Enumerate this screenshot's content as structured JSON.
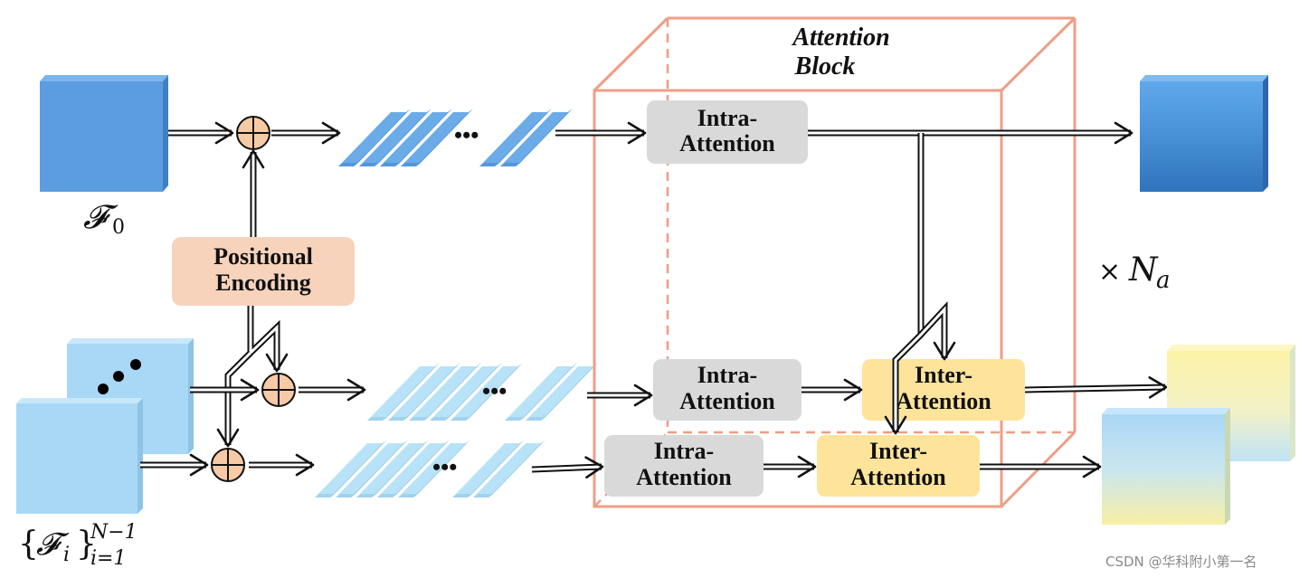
{
  "attention_block": {
    "title_line1": "Attention",
    "title_line2": "Block",
    "border_color": "#ef9d86"
  },
  "inputs": {
    "f0_symbol": "𝓕",
    "f0_subscript": "0",
    "fi_open": "{",
    "fi_symbol": "𝓕",
    "fi_sub_i": "i",
    "fi_close": "}",
    "fi_superscript": "N−1",
    "fi_subscript": "i=1"
  },
  "positional_encoding": {
    "line1": "Positional",
    "line2": "Encoding",
    "color": "#f7d3bc"
  },
  "modules": {
    "intra_line1": "Intra-",
    "intra_line2": "Attention",
    "inter_line1": "Inter-",
    "inter_line2": "Attention",
    "intra_color": "#d9d9d9",
    "inter_color": "#fde49a"
  },
  "repeat": {
    "times": "×",
    "n": "N",
    "sub": "a"
  },
  "token_ellipsis": "•••",
  "watermark": "CSDN @华科附小第一名",
  "colors": {
    "cube_dark": "#5b9de0",
    "cube_light": "#a8d8f5",
    "token_dark": "#6aabe8",
    "token_light": "#b8e2f7"
  }
}
